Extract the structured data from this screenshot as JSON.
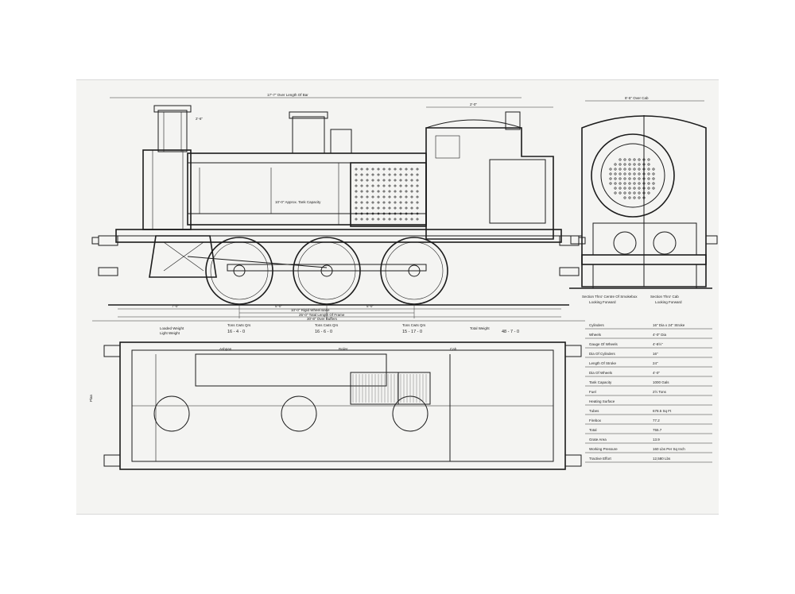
{
  "drawing": {
    "title": "",
    "side_elevation": {
      "labels": {
        "overall_length": "17'-7\" Over Length Of Bar",
        "wheelbase": "10'-0\" Rigid Wheel Base",
        "total_length": "25'-0\" Total Length Of Frame",
        "over_buffers": "30'-8\" Over Buffers",
        "tank_capacity": "10'-0\" Approx. Tank Capacity",
        "dim_left": "7'-0\"",
        "dim_mid": "5'-0\"",
        "dim_right": "5'-0\"",
        "dim_top_right": "2'-0\"",
        "chimney_note": "2'-6\"",
        "weight_loaded": "Loaded Weight",
        "weight_light": "Light Weight"
      }
    },
    "end_section": {
      "caption_left": "Section Thro' Centre Of Smokebox",
      "caption_left_sub": "Looking Forward",
      "caption_right": "Section Thro' Cab",
      "caption_right_sub": "Looking Forward",
      "width_note": "8'-5\" Over Cab"
    },
    "axle_loads": [
      {
        "label": "Tons Cwts Qrs",
        "value": "16 - 4 - 0"
      },
      {
        "label": "Tons Cwts Qrs",
        "value": "16 - 6 - 0"
      },
      {
        "label": "Tons Cwts Qrs",
        "value": "15 - 17 - 0"
      },
      {
        "label": "Total Weight",
        "value": "48 - 7 - 0"
      }
    ],
    "specifications": [
      {
        "name": "Cylinders",
        "value": "16\" Dia x 24\" Stroke"
      },
      {
        "name": "Wheels",
        "value": "4'-0\" Dia"
      },
      {
        "name": "Gauge Of Wheels",
        "value": "4'-8½\""
      },
      {
        "name": "Dia Of Cylinders",
        "value": "16\""
      },
      {
        "name": "Length Of Stroke",
        "value": "24\""
      },
      {
        "name": "Dia Of Wheels",
        "value": "4'-0\""
      },
      {
        "name": "Tank Capacity",
        "value": "1000 Gals"
      },
      {
        "name": "Fuel",
        "value": "2½ Tons"
      },
      {
        "name": "Heating Surface",
        "value": ""
      },
      {
        "name": "Tubes",
        "value": "678.5 Sq Ft"
      },
      {
        "name": "Firebox",
        "value": "77.2"
      },
      {
        "name": "Total",
        "value": "755.7"
      },
      {
        "name": "Grate Area",
        "value": "13.9"
      },
      {
        "name": "Working Pressure",
        "value": "160 Lbs Per Sq Inch"
      },
      {
        "name": "Tractive Effort",
        "value": "12,580 Lbs"
      }
    ],
    "plan": {
      "label": "Plan",
      "notes": [
        "Ashpan",
        "Boiler",
        "Cab"
      ]
    }
  }
}
